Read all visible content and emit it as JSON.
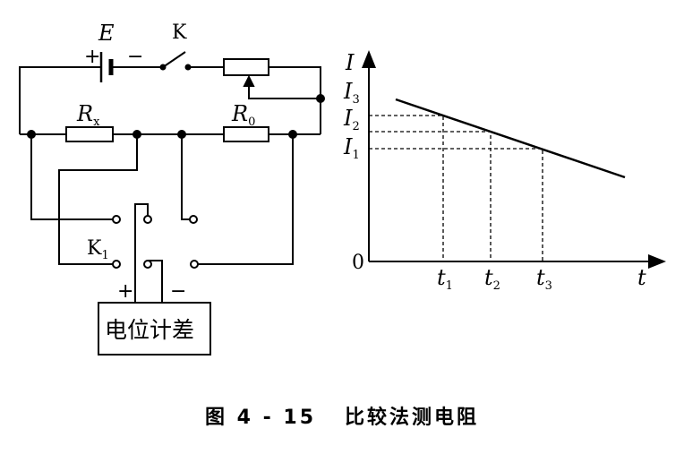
{
  "circuit": {
    "battery_label": "E",
    "battery_plus": "+",
    "battery_minus": "−",
    "switch_label": "K",
    "rx_label": "R",
    "rx_sub": "x",
    "r0_label": "R",
    "r0_sub": "0",
    "k1_label": "K",
    "k1_sub": "1",
    "meter_plus": "+",
    "meter_minus": "−",
    "meter_label": "电位计差"
  },
  "graph": {
    "y_axis_label": "I",
    "x_axis_label": "t",
    "origin_label": "0",
    "y_ticks": [
      {
        "base": "I",
        "sub": "3"
      },
      {
        "base": "I",
        "sub": "2"
      },
      {
        "base": "I",
        "sub": "1"
      }
    ],
    "x_ticks": [
      {
        "base": "t",
        "sub": "1"
      },
      {
        "base": "t",
        "sub": "2"
      },
      {
        "base": "t",
        "sub": "3"
      }
    ]
  },
  "caption": "图 4 - 15   比较法测电阻"
}
